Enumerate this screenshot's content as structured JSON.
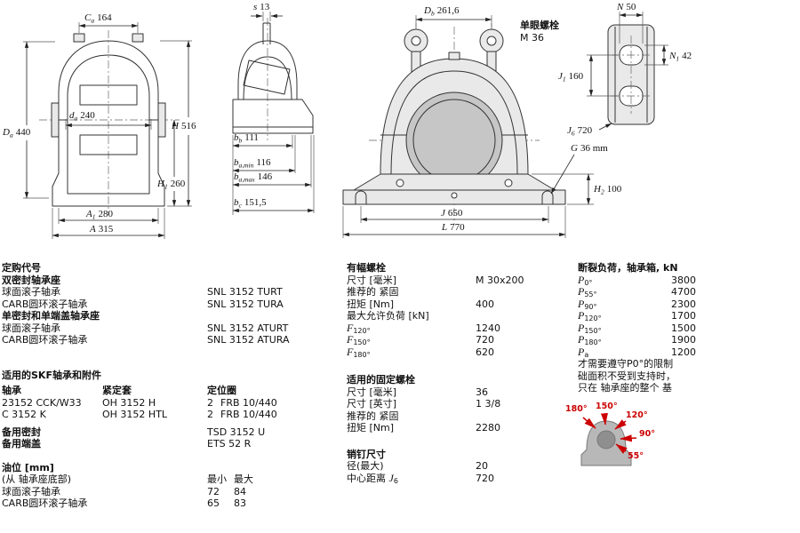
{
  "dims": {
    "ca": {
      "m": "C",
      "s": "a",
      "v": "164"
    },
    "Da": {
      "m": "D",
      "s": "a",
      "v": "440"
    },
    "da": {
      "m": "d",
      "s": "a",
      "v": "240"
    },
    "H": {
      "m": "H",
      "v": "516"
    },
    "H1": {
      "m": "H",
      "s": "1",
      "v": "260"
    },
    "A1": {
      "m": "A",
      "s": "1",
      "v": "280"
    },
    "A": {
      "m": "A",
      "v": "315"
    },
    "s": {
      "m": "s",
      "v": "13"
    },
    "bb": {
      "m": "b",
      "s": "b",
      "v": "111"
    },
    "bamin": {
      "m": "b",
      "s": "a,min",
      "v": "116"
    },
    "bamax": {
      "m": "b",
      "s": "a,max",
      "v": "146"
    },
    "bc": {
      "m": "b",
      "s": "c",
      "v": "151,5"
    },
    "Db": {
      "m": "D",
      "s": "b",
      "v": "261,6"
    },
    "J": {
      "m": "J",
      "v": "650"
    },
    "L": {
      "m": "L",
      "v": "770"
    },
    "H2": {
      "m": "H",
      "s": "2",
      "v": "100"
    },
    "G": {
      "m": "G",
      "v": "36 mm"
    },
    "N": {
      "m": "N",
      "v": "50"
    },
    "N1": {
      "m": "N",
      "s": "1",
      "v": "42"
    },
    "J1": {
      "m": "J",
      "s": "1",
      "v": "160"
    },
    "J6": {
      "m": "J",
      "s": "6",
      "v": "720"
    }
  },
  "eyebolt": {
    "line1": "单眼螺栓",
    "line2": "M 36"
  },
  "ordering": {
    "title": "定购代号",
    "groups": [
      {
        "heading": "双密封轴承座",
        "rows": [
          {
            "label": "球面滚子轴承",
            "value": "SNL 3152 TURT"
          },
          {
            "label": "CARB圆环滚子轴承",
            "value": "SNL 3152 TURA"
          }
        ]
      },
      {
        "heading": "单密封和单端盖轴承座",
        "rows": [
          {
            "label": "球面滚子轴承",
            "value": "SNL 3152 ATURT"
          },
          {
            "label": "CARB圆环滚子轴承",
            "value": "SNL 3152 ATURA"
          }
        ]
      }
    ]
  },
  "accessories": {
    "title": "适用的SKF轴承和附件",
    "col_headers": [
      "轴承",
      "紧定套",
      "定位圈"
    ],
    "rows": [
      {
        "bearing": "23152 CCK/W33",
        "sleeve": "OH 3152 H",
        "qty": "2",
        "ring": "FRB 10/440"
      },
      {
        "bearing": "C 3152 K",
        "sleeve": "OH 3152 HTL",
        "qty": "2",
        "ring": "FRB 10/440"
      }
    ],
    "spare_seal_label": "备用密封",
    "spare_seal_value": "TSD 3152 U",
    "spare_cover_label": "备用端盖",
    "spare_cover_value": "ETS 52 R"
  },
  "oil_level": {
    "title": "油位 [mm]",
    "subtitle": "(从 轴承座底部)",
    "min_header": "最小",
    "max_header": "最大",
    "rows": [
      {
        "label": "球面滚子轴承",
        "min": "72",
        "max": "84"
      },
      {
        "label": "CARB圆环滚子轴承",
        "min": "65",
        "max": "83"
      }
    ]
  },
  "attachment_bolts": {
    "title": "有幅螺栓",
    "size_label": "尺寸 [毫米]",
    "size_value": "M 30x200",
    "torque_label1": "推荐的 紧固",
    "torque_label2": "扭矩 [Nm]",
    "torque_value": "400",
    "load_label": "最大允许负荷 [kN]",
    "loads": [
      {
        "sym": "F",
        "sub": "120°",
        "value": "1240"
      },
      {
        "sym": "F",
        "sub": "150°",
        "value": "720"
      },
      {
        "sym": "F",
        "sub": "180°",
        "value": "620"
      }
    ]
  },
  "fixing_bolts": {
    "title": "适用的固定螺栓",
    "size_mm_label": "尺寸 [毫米]",
    "size_mm_value": "36",
    "size_in_label": "尺寸 [英寸]",
    "size_in_value": "1 3/8",
    "torque_label1": "推荐的 紧固",
    "torque_label2": "扭矩 [Nm]",
    "torque_value": "2280"
  },
  "pins": {
    "title": "销钉尺寸",
    "dia_label": "径(最大)",
    "dia_value": "20",
    "cc_label": "中心距离 ",
    "cc_sym": "J",
    "cc_sub": "6",
    "cc_value": "720"
  },
  "breaking_loads": {
    "title": "断裂负荷，轴承箱, kN",
    "rows": [
      {
        "sym": "P",
        "sub": "0°",
        "value": "3800"
      },
      {
        "sym": "P",
        "sub": "55°",
        "value": "4700"
      },
      {
        "sym": "P",
        "sub": "90°",
        "value": "2300"
      },
      {
        "sym": "P",
        "sub": "120°",
        "value": "1700"
      },
      {
        "sym": "P",
        "sub": "150°",
        "value": "1500"
      },
      {
        "sym": "P",
        "sub": "180°",
        "value": "1900"
      },
      {
        "sym": "P",
        "sub": "a",
        "value": "1200"
      }
    ],
    "notes": [
      "才需要遵守P0°的限制",
      "础面积不受到支持时，",
      "只在 轴承座的整个 基"
    ],
    "angles": [
      "180°",
      "150°",
      "120°",
      "90°",
      "55°"
    ]
  }
}
